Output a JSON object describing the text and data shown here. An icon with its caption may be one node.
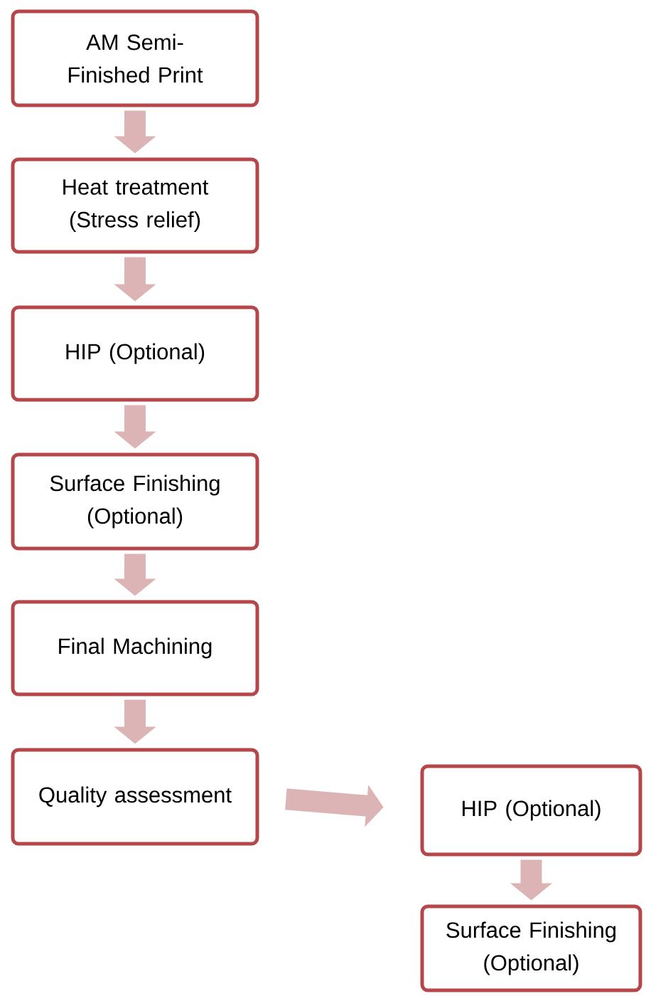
{
  "diagram": {
    "nodes": [
      {
        "text": [
          "AM Semi-Finished Print"
        ]
      },
      {
        "text": [
          "Heat treatment (Stress relief)"
        ]
      },
      {
        "text": [
          "HIP (Optional)"
        ]
      },
      {
        "text": [
          "Surface Finishing (Optional)"
        ]
      },
      {
        "text": [
          "Final Machining"
        ]
      },
      {
        "text": [
          "Quality assessment"
        ]
      },
      {
        "text": [
          "HIP (Optional)"
        ]
      },
      {
        "text": [
          "Surface Finishing (Optional)"
        ]
      }
    ],
    "edges": [
      {
        "from": 0,
        "to": 1,
        "arrow": "to"
      },
      {
        "from": 1,
        "to": 2,
        "arrow": "to"
      },
      {
        "from": 2,
        "to": 3,
        "arrow": "to"
      },
      {
        "from": 3,
        "to": 4,
        "arrow": "to"
      },
      {
        "from": 4,
        "to": 5,
        "arrow": "to"
      },
      {
        "from": 5,
        "to": 6,
        "arrow": "to"
      },
      {
        "from": 6,
        "to": 7,
        "arrow": "to"
      }
    ]
  }
}
